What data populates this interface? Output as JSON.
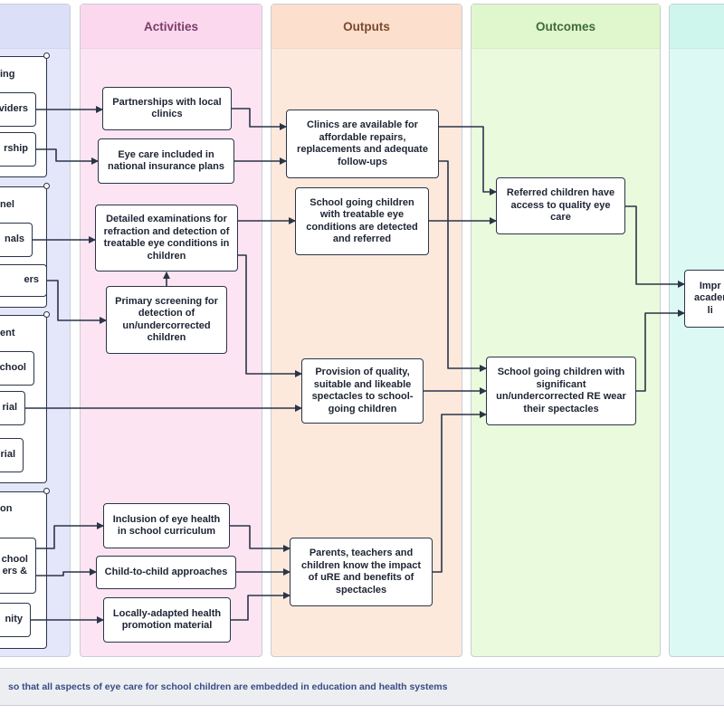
{
  "columns": {
    "activities": "Activities",
    "outputs": "Outputs",
    "outcomes": "Outcomes"
  },
  "inputs": {
    "group1_label": "ing",
    "group1_items": [
      "viders",
      "rship"
    ],
    "group2_label": "nel",
    "group2_items": [
      "nals",
      "ers"
    ],
    "group3_label": "ent",
    "group3_items": [
      "chool",
      "rial",
      "rial"
    ],
    "group4_label": "on",
    "group4_items": [
      "chool\ners &",
      "nity"
    ]
  },
  "activities": {
    "partnerships": "Partnerships with local clinics",
    "insurance": "Eye care included in national insurance plans",
    "examinations": "Detailed examinations for refraction and detection of treatable eye conditions in children",
    "screening": "Primary screening for detection of un/undercorrected children",
    "curriculum": "Inclusion of eye health in school curriculum",
    "child_to_child": "Child-to-child approaches",
    "promotion": "Locally-adapted health promotion material"
  },
  "outputs": {
    "clinics": "Clinics are available for affordable repairs, replacements and adequate follow-ups",
    "detected": "School going children with treatable eye conditions are detected and referred",
    "spectacles": "Provision of quality, suitable and likeable spectacles to school-going children",
    "knowledge": "Parents, teachers and children know the impact of uRE and benefits of spectacles"
  },
  "outcomes": {
    "referred": "Referred children have access to quality eye care",
    "wear": "School going children with significant un/undercorrected RE wear their spectacles"
  },
  "impact": {
    "text": "Impr\nacader\nli"
  },
  "footer": "so that all aspects of eye care for school children are embedded in education and health systems",
  "colors": {
    "inputs_bg": "#e4e6fa",
    "activities_bg": "#fde4f3",
    "outputs_bg": "#fde9dc",
    "outcomes_bg": "#eafadc",
    "impact_bg": "#dcfaf3",
    "activities_title": "#7a3d6a",
    "outputs_title": "#7a4a2e",
    "outcomes_title": "#3f6a3a",
    "box_border": "#2a3548",
    "footer_text": "#3a4a86"
  }
}
